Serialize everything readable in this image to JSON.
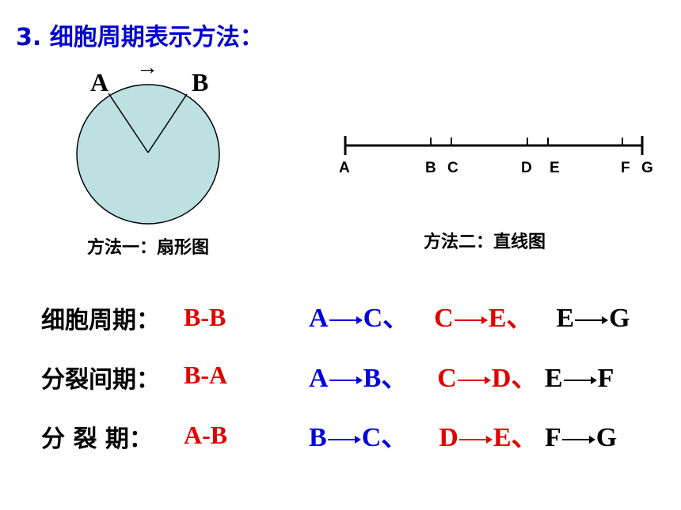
{
  "title": "3.  细胞周期表示方法：",
  "fan": {
    "label_a": "A",
    "label_b": "B",
    "arrow_glyph": "→",
    "caption": "方法一：扇形图",
    "fill_color": "#bde0e3"
  },
  "line": {
    "tick_labels": [
      "A",
      "B",
      "C",
      "D",
      "E",
      "F",
      "G"
    ],
    "caption": "方法二：直线图"
  },
  "rows": [
    {
      "label": "细胞周期：",
      "value": "B-B",
      "segments": [
        {
          "from": "A",
          "to": "C",
          "sep": "、",
          "color": "blue"
        },
        {
          "from": "C",
          "to": "E",
          "sep": "、",
          "color": "red"
        },
        {
          "from": "E",
          "to": "G",
          "sep": "",
          "color": "black"
        }
      ]
    },
    {
      "label": "分裂间期：",
      "value": "B-A",
      "segments": [
        {
          "from": "A",
          "to": "B",
          "sep": "、",
          "color": "blue"
        },
        {
          "from": "C",
          "to": "D",
          "sep": "、",
          "color": "red"
        },
        {
          "from": "E",
          "to": "F",
          "sep": "",
          "color": "black"
        }
      ]
    },
    {
      "label": "分  裂  期：",
      "value": "A-B",
      "segments": [
        {
          "from": "B",
          "to": "C",
          "sep": "、",
          "color": "blue"
        },
        {
          "from": "D",
          "to": "E",
          "sep": "、",
          "color": "red"
        },
        {
          "from": "F",
          "to": "G",
          "sep": "",
          "color": "black"
        }
      ]
    }
  ]
}
